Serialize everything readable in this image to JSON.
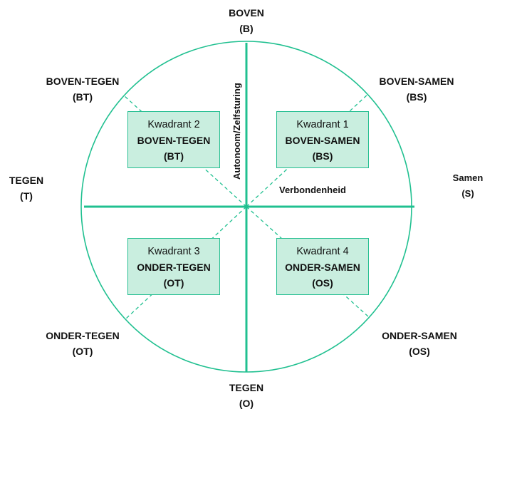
{
  "colors": {
    "accent": "#20c090",
    "box_fill": "#c9eedf"
  },
  "directions": {
    "top": {
      "name": "BOVEN",
      "code": "(B)"
    },
    "top_left": {
      "name": "BOVEN-TEGEN",
      "code": "(BT)"
    },
    "top_right": {
      "name": "BOVEN-SAMEN",
      "code": "(BS)"
    },
    "left": {
      "name": "TEGEN",
      "code": "(T)"
    },
    "right": {
      "name": "Samen",
      "code": "(S)"
    },
    "bottom_left": {
      "name": "ONDER-TEGEN",
      "code": "(OT)"
    },
    "bottom_right": {
      "name": "ONDER-SAMEN",
      "code": "(OS)"
    },
    "bottom": {
      "name": "TEGEN",
      "code": "(O)"
    }
  },
  "axes": {
    "vertical": "Autonoom/Zelfsturing",
    "horizontal": "Verbondenheid"
  },
  "quadrants": [
    {
      "title": "Kwadrant 1",
      "name": "BOVEN-SAMEN",
      "code": "(BS)"
    },
    {
      "title": "Kwadrant 2",
      "name": "BOVEN-TEGEN",
      "code": "(BT)"
    },
    {
      "title": "Kwadrant 3",
      "name": "ONDER-TEGEN",
      "code": "(OT)"
    },
    {
      "title": "Kwadrant 4",
      "name": "ONDER-SAMEN",
      "code": "(OS)"
    }
  ]
}
